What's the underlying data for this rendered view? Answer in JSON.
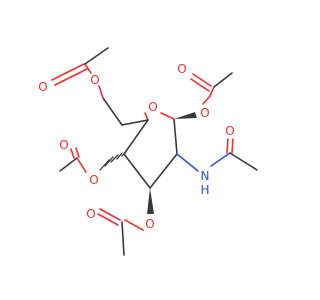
{
  "atoms": {
    "ring_oxygen": "O",
    "c6_ester_oxygen": "O",
    "c6_carbonyl_oxygen": "O",
    "c1_ester_oxygen": "O",
    "c1_carbonyl_oxygen": "O",
    "amide_carbonyl_oxygen": "O",
    "amide_nitrogen": "N",
    "amide_hydrogen": "H",
    "c4_ester_oxygen": "O",
    "c4_carbonyl_oxygen": "O",
    "c3_ester_oxygen": "O",
    "c3_carbonyl_oxygen": "O"
  },
  "colors": {
    "bond": "#3a3a3a",
    "oxygen": "#ff2a2a",
    "nitrogen": "#3050f8",
    "background": "#ffffff"
  }
}
